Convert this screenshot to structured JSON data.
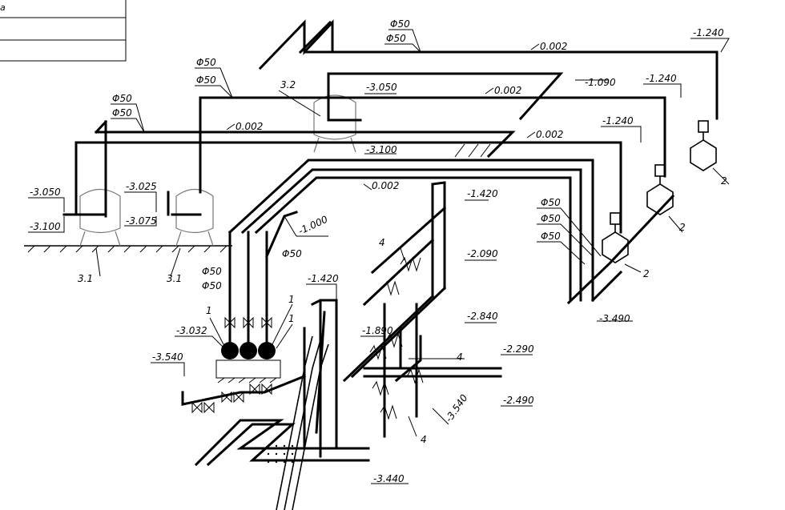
{
  "title_block": {
    "text": "а"
  },
  "diameters": {
    "d1": "Φ50",
    "d2": "Φ50",
    "d3": "Φ50",
    "d4": "Φ50",
    "d5": "Φ50",
    "d6": "Φ50",
    "d7": "Φ50",
    "d8": "Φ50",
    "d9": "Φ50",
    "d10": "Φ50",
    "d11": "Φ50",
    "d12": "Φ50"
  },
  "slopes": {
    "s1": "0.002",
    "s2": "0.002",
    "s3": "0.002",
    "s4": "0.002",
    "s5": "0.002"
  },
  "levels": {
    "l_m1240a": "-1.240",
    "l_m1240b": "-1.240",
    "l_m1240c": "-1.240",
    "l_m1090": "-1.090",
    "l_m3050a": "-3.050",
    "l_m3100a": "-3.100",
    "l_m3050b": "-3.050",
    "l_m3100b": "-3.100",
    "l_m3025": "-3.025",
    "l_m3075": "-3.075",
    "l_m1000": "-1.000",
    "l_m1420a": "-1.420",
    "l_m1420b": "-1.420",
    "l_m2090": "-2.090",
    "l_m2840": "-2.840",
    "l_m2290": "-2.290",
    "l_m2490": "-2.490",
    "l_m3490": "-3.490",
    "l_m3032": "-3.032",
    "l_m3540a": "-3.540",
    "l_m1890": "-1.890",
    "l_m3540b": "-3.540",
    "l_m3440": "-3.440"
  },
  "positions": {
    "p32": "3.2",
    "p31a": "3.1",
    "p31b": "3.1",
    "p2a": "2",
    "p2b": "2",
    "p2c": "2",
    "p1a": "1",
    "p1b": "1",
    "p1c": "1",
    "p4a": "4",
    "p4b": "4",
    "p4c": "4"
  }
}
